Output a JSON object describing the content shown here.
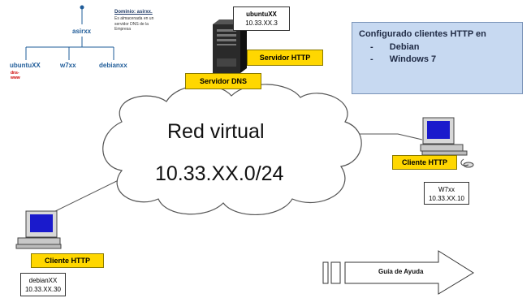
{
  "domain_tree": {
    "root": "asirxx",
    "children": [
      "ubuntuXX",
      "w7xx",
      "debianxx"
    ],
    "child_note": "dns-\nwww",
    "note_title": "Dominio: asirxx.",
    "note_body": "Es almacenada en un\nservidor DNS de la\nEmpresa"
  },
  "server": {
    "name": "ubuntuXX",
    "ip": "10.33.XX.3",
    "http_label": "Servidor HTTP",
    "dns_label": "Servidor DNS"
  },
  "info_box": {
    "title": "Configurado  clientes HTTP en",
    "items": [
      "Debian",
      "Windows 7"
    ],
    "bullet": "-"
  },
  "cloud": {
    "title": "Red virtual",
    "subnet": "10.33.XX.0/24"
  },
  "client_w7": {
    "label": "Cliente HTTP",
    "name": "W7xx",
    "ip": "10.33.XX.10"
  },
  "client_debian": {
    "label": "Cliente HTTP",
    "name": "debianXX",
    "ip": "10.33.XX.30"
  },
  "help_arrow": {
    "label": "Guía de Ayuda"
  },
  "colors": {
    "yellow": "#ffd700",
    "info_bg": "#c7d9f1",
    "tree_text": "#1f5c99",
    "dns_note": "#cc0000",
    "screen": "#1a1acc"
  }
}
